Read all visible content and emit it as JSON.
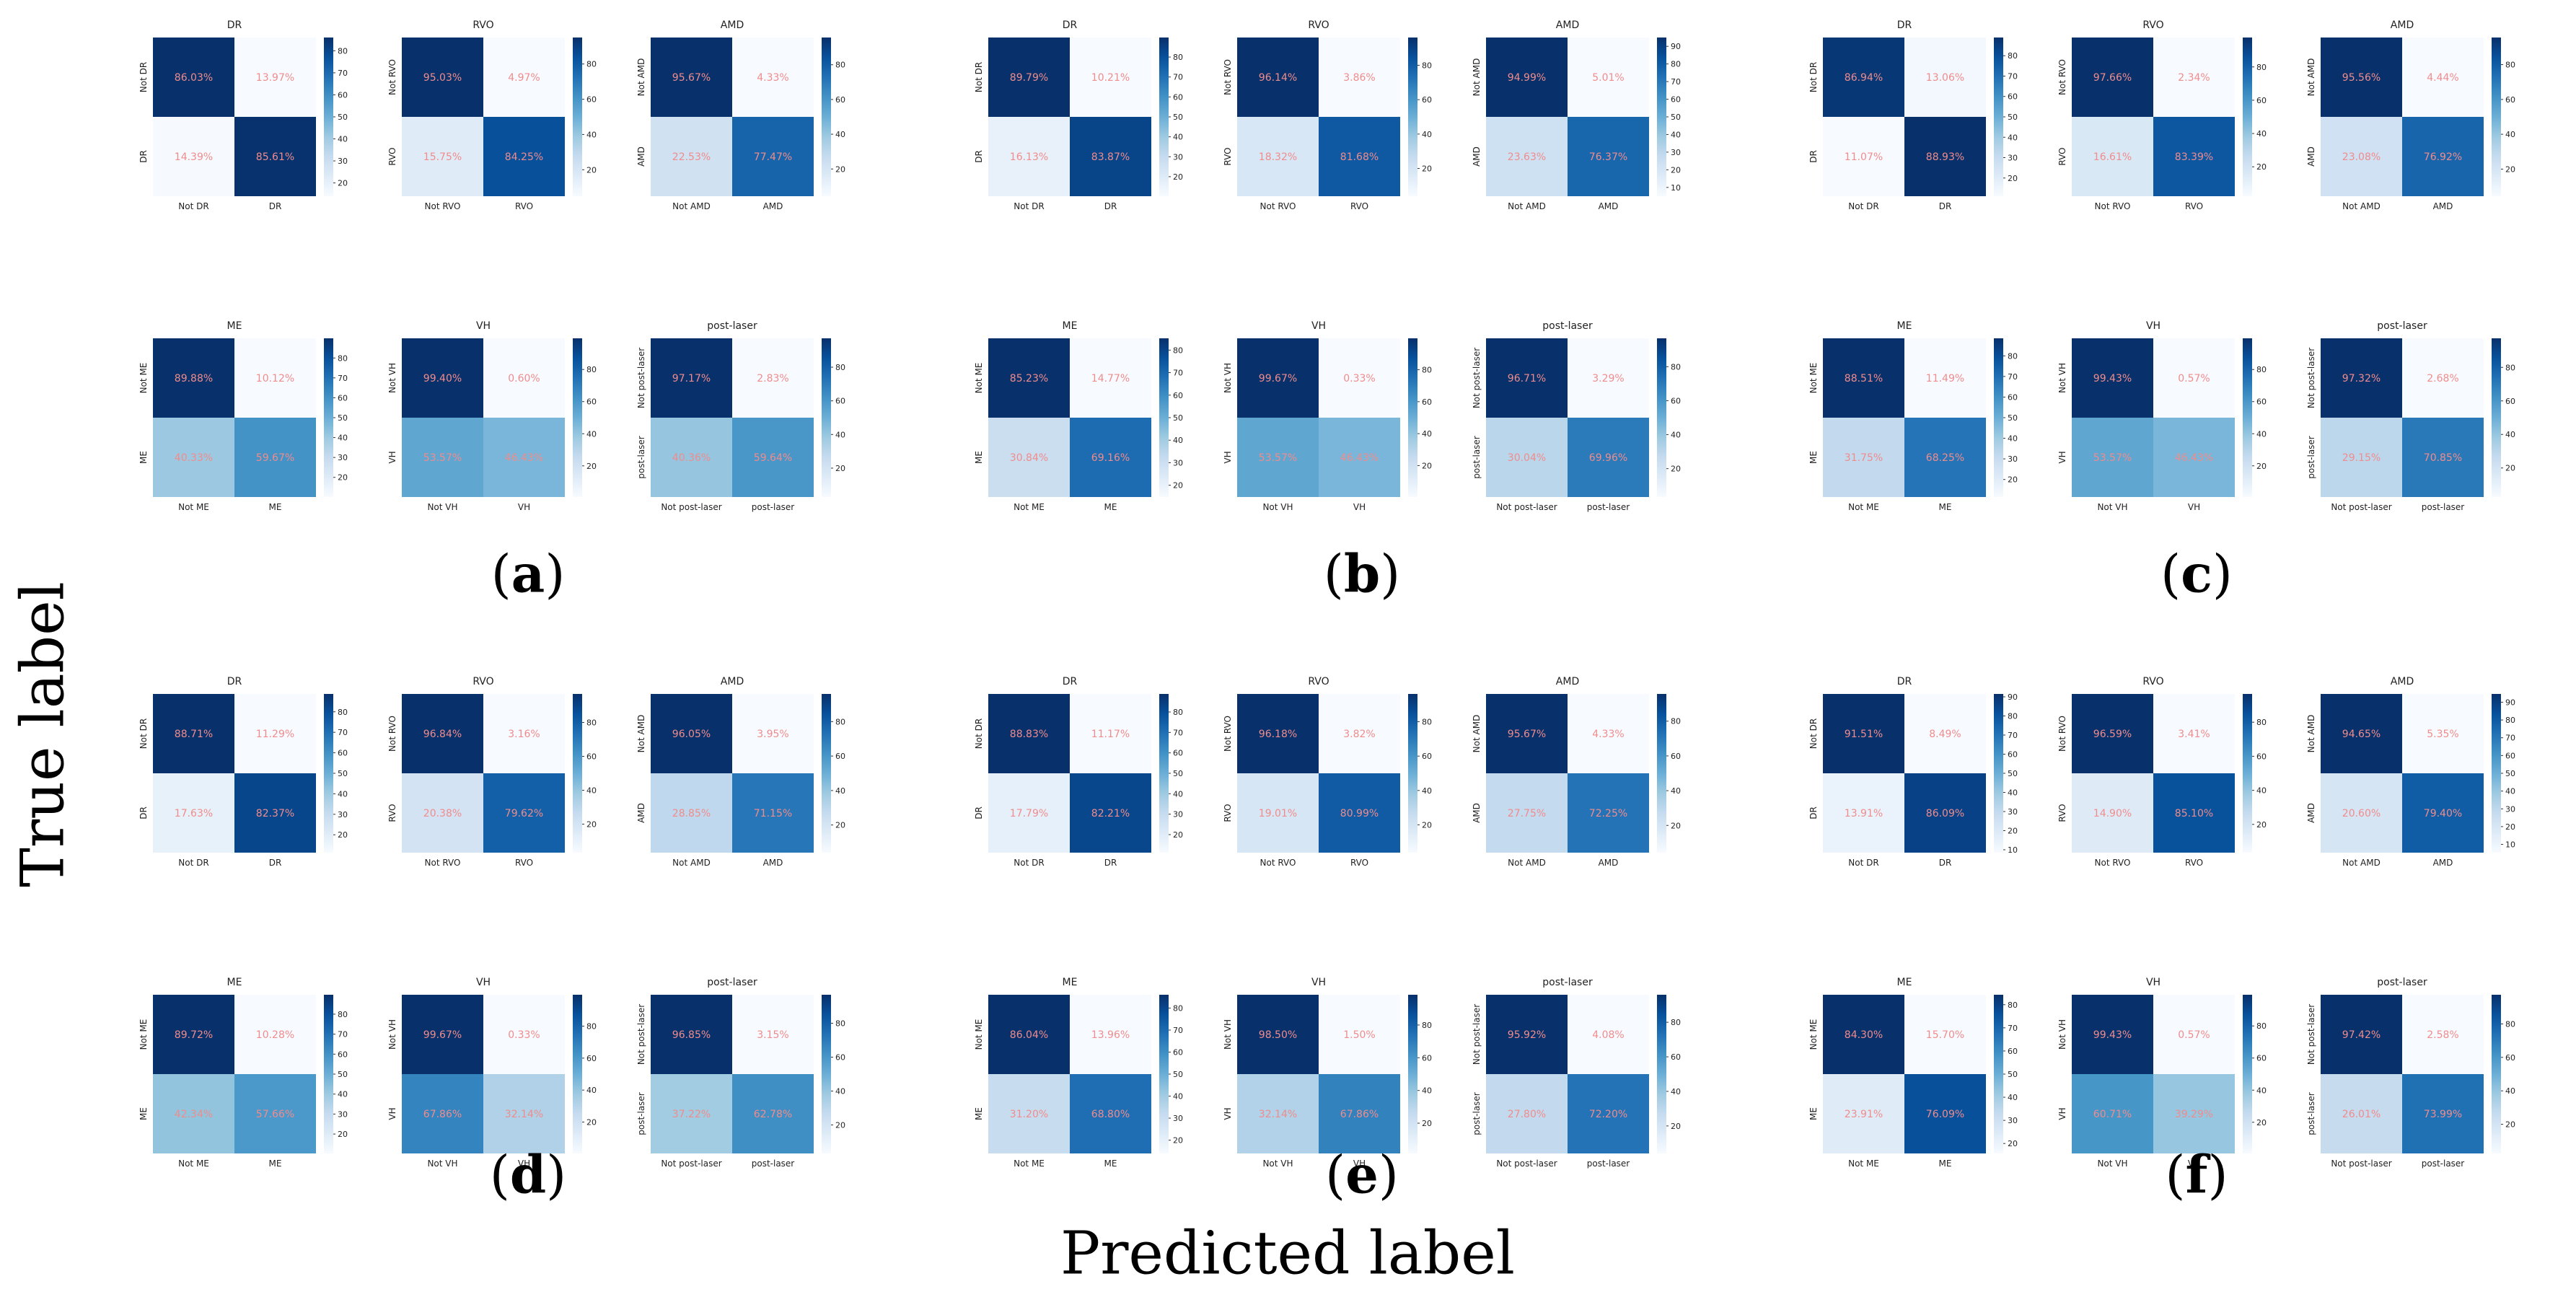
{
  "labels": {
    "y": "True label",
    "x": "Predicted label"
  },
  "colors": {
    "cell_text": "#f08c8c",
    "colormap": "Blues",
    "stops": [
      "#f7fbff",
      "#deebf7",
      "#c6dbef",
      "#9ecae1",
      "#6baed6",
      "#4292c6",
      "#2171b5",
      "#08519c",
      "#08306b"
    ]
  },
  "chart_data": [
    {
      "type": "heatmap",
      "panel": "a",
      "subplots": [
        {
          "title": "DR",
          "classes": [
            "Not DR",
            "DR"
          ],
          "values": [
            [
              86.03,
              13.97
            ],
            [
              14.39,
              85.61
            ]
          ],
          "cbar_ticks": [
            20,
            30,
            40,
            50,
            60,
            70,
            80
          ]
        },
        {
          "title": "RVO",
          "classes": [
            "Not RVO",
            "RVO"
          ],
          "values": [
            [
              95.03,
              4.97
            ],
            [
              15.75,
              84.25
            ]
          ],
          "cbar_ticks": [
            20,
            40,
            60,
            80
          ]
        },
        {
          "title": "AMD",
          "classes": [
            "Not AMD",
            "AMD"
          ],
          "values": [
            [
              95.67,
              4.33
            ],
            [
              22.53,
              77.47
            ]
          ],
          "cbar_ticks": [
            20,
            40,
            60,
            80
          ]
        },
        {
          "title": "ME",
          "classes": [
            "Not ME",
            "ME"
          ],
          "values": [
            [
              89.88,
              10.12
            ],
            [
              40.33,
              59.67
            ]
          ],
          "cbar_ticks": [
            20,
            30,
            40,
            50,
            60,
            70,
            80
          ]
        },
        {
          "title": "VH",
          "classes": [
            "Not VH",
            "VH"
          ],
          "values": [
            [
              99.4,
              0.6
            ],
            [
              53.57,
              46.43
            ]
          ],
          "cbar_ticks": [
            20,
            40,
            60,
            80
          ]
        },
        {
          "title": "post-laser",
          "classes": [
            "Not post-laser",
            "post-laser"
          ],
          "values": [
            [
              97.17,
              2.83
            ],
            [
              40.36,
              59.64
            ]
          ],
          "cbar_ticks": [
            20,
            40,
            60,
            80
          ]
        }
      ]
    },
    {
      "type": "heatmap",
      "panel": "b",
      "subplots": [
        {
          "title": "DR",
          "classes": [
            "Not DR",
            "DR"
          ],
          "values": [
            [
              89.79,
              10.21
            ],
            [
              16.13,
              83.87
            ]
          ],
          "cbar_ticks": [
            20,
            30,
            40,
            50,
            60,
            70,
            80
          ]
        },
        {
          "title": "RVO",
          "classes": [
            "Not RVO",
            "RVO"
          ],
          "values": [
            [
              96.14,
              3.86
            ],
            [
              18.32,
              81.68
            ]
          ],
          "cbar_ticks": [
            20,
            40,
            60,
            80
          ]
        },
        {
          "title": "AMD",
          "classes": [
            "Not AMD",
            "AMD"
          ],
          "values": [
            [
              94.99,
              5.01
            ],
            [
              23.63,
              76.37
            ]
          ],
          "cbar_ticks": [
            10,
            20,
            30,
            40,
            50,
            60,
            70,
            80,
            90
          ]
        },
        {
          "title": "ME",
          "classes": [
            "Not ME",
            "ME"
          ],
          "values": [
            [
              85.23,
              14.77
            ],
            [
              30.84,
              69.16
            ]
          ],
          "cbar_ticks": [
            20,
            30,
            40,
            50,
            60,
            70,
            80
          ]
        },
        {
          "title": "VH",
          "classes": [
            "Not VH",
            "VH"
          ],
          "values": [
            [
              99.67,
              0.33
            ],
            [
              53.57,
              46.43
            ]
          ],
          "cbar_ticks": [
            20,
            40,
            60,
            80
          ]
        },
        {
          "title": "post-laser",
          "classes": [
            "Not post-laser",
            "post-laser"
          ],
          "values": [
            [
              96.71,
              3.29
            ],
            [
              30.04,
              69.96
            ]
          ],
          "cbar_ticks": [
            20,
            40,
            60,
            80
          ]
        }
      ]
    },
    {
      "type": "heatmap",
      "panel": "c",
      "subplots": [
        {
          "title": "DR",
          "classes": [
            "Not DR",
            "DR"
          ],
          "values": [
            [
              86.94,
              13.06
            ],
            [
              11.07,
              88.93
            ]
          ],
          "cbar_ticks": [
            20,
            30,
            40,
            50,
            60,
            70,
            80
          ]
        },
        {
          "title": "RVO",
          "classes": [
            "Not RVO",
            "RVO"
          ],
          "values": [
            [
              97.66,
              2.34
            ],
            [
              16.61,
              83.39
            ]
          ],
          "cbar_ticks": [
            20,
            40,
            60,
            80
          ]
        },
        {
          "title": "AMD",
          "classes": [
            "Not AMD",
            "AMD"
          ],
          "values": [
            [
              95.56,
              4.44
            ],
            [
              23.08,
              76.92
            ]
          ],
          "cbar_ticks": [
            20,
            40,
            60,
            80
          ]
        },
        {
          "title": "ME",
          "classes": [
            "Not ME",
            "ME"
          ],
          "values": [
            [
              88.51,
              11.49
            ],
            [
              31.75,
              68.25
            ]
          ],
          "cbar_ticks": [
            20,
            30,
            40,
            50,
            60,
            70,
            80
          ]
        },
        {
          "title": "VH",
          "classes": [
            "Not VH",
            "VH"
          ],
          "values": [
            [
              99.43,
              0.57
            ],
            [
              53.57,
              46.43
            ]
          ],
          "cbar_ticks": [
            20,
            40,
            60,
            80
          ]
        },
        {
          "title": "post-laser",
          "classes": [
            "Not post-laser",
            "post-laser"
          ],
          "values": [
            [
              97.32,
              2.68
            ],
            [
              29.15,
              70.85
            ]
          ],
          "cbar_ticks": [
            20,
            40,
            60,
            80
          ]
        }
      ]
    },
    {
      "type": "heatmap",
      "panel": "d",
      "subplots": [
        {
          "title": "DR",
          "classes": [
            "Not DR",
            "DR"
          ],
          "values": [
            [
              88.71,
              11.29
            ],
            [
              17.63,
              82.37
            ]
          ],
          "cbar_ticks": [
            20,
            30,
            40,
            50,
            60,
            70,
            80
          ]
        },
        {
          "title": "RVO",
          "classes": [
            "Not RVO",
            "RVO"
          ],
          "values": [
            [
              96.84,
              3.16
            ],
            [
              20.38,
              79.62
            ]
          ],
          "cbar_ticks": [
            20,
            40,
            60,
            80
          ]
        },
        {
          "title": "AMD",
          "classes": [
            "Not AMD",
            "AMD"
          ],
          "values": [
            [
              96.05,
              3.95
            ],
            [
              28.85,
              71.15
            ]
          ],
          "cbar_ticks": [
            20,
            40,
            60,
            80
          ]
        },
        {
          "title": "ME",
          "classes": [
            "Not ME",
            "ME"
          ],
          "values": [
            [
              89.72,
              10.28
            ],
            [
              42.34,
              57.66
            ]
          ],
          "cbar_ticks": [
            20,
            30,
            40,
            50,
            60,
            70,
            80
          ]
        },
        {
          "title": "VH",
          "classes": [
            "Not VH",
            "VH"
          ],
          "values": [
            [
              99.67,
              0.33
            ],
            [
              67.86,
              32.14
            ]
          ],
          "cbar_ticks": [
            20,
            40,
            60,
            80
          ]
        },
        {
          "title": "post-laser",
          "classes": [
            "Not post-laser",
            "post-laser"
          ],
          "values": [
            [
              96.85,
              3.15
            ],
            [
              37.22,
              62.78
            ]
          ],
          "cbar_ticks": [
            20,
            40,
            60,
            80
          ]
        }
      ]
    },
    {
      "type": "heatmap",
      "panel": "e",
      "subplots": [
        {
          "title": "DR",
          "classes": [
            "Not DR",
            "DR"
          ],
          "values": [
            [
              88.83,
              11.17
            ],
            [
              17.79,
              82.21
            ]
          ],
          "cbar_ticks": [
            20,
            30,
            40,
            50,
            60,
            70,
            80
          ]
        },
        {
          "title": "RVO",
          "classes": [
            "Not RVO",
            "RVO"
          ],
          "values": [
            [
              96.18,
              3.82
            ],
            [
              19.01,
              80.99
            ]
          ],
          "cbar_ticks": [
            20,
            40,
            60,
            80
          ]
        },
        {
          "title": "AMD",
          "classes": [
            "Not AMD",
            "AMD"
          ],
          "values": [
            [
              95.67,
              4.33
            ],
            [
              27.75,
              72.25
            ]
          ],
          "cbar_ticks": [
            20,
            40,
            60,
            80
          ]
        },
        {
          "title": "ME",
          "classes": [
            "Not ME",
            "ME"
          ],
          "values": [
            [
              86.04,
              13.96
            ],
            [
              31.2,
              68.8
            ]
          ],
          "cbar_ticks": [
            20,
            30,
            40,
            50,
            60,
            70,
            80
          ]
        },
        {
          "title": "VH",
          "classes": [
            "Not VH",
            "VH"
          ],
          "values": [
            [
              98.5,
              1.5
            ],
            [
              32.14,
              67.86
            ]
          ],
          "cbar_ticks": [
            20,
            40,
            60,
            80
          ]
        },
        {
          "title": "post-laser",
          "classes": [
            "Not post-laser",
            "post-laser"
          ],
          "values": [
            [
              95.92,
              4.08
            ],
            [
              27.8,
              72.2
            ]
          ],
          "cbar_ticks": [
            20,
            40,
            60,
            80
          ]
        }
      ]
    },
    {
      "type": "heatmap",
      "panel": "f",
      "subplots": [
        {
          "title": "DR",
          "classes": [
            "Not DR",
            "DR"
          ],
          "values": [
            [
              91.51,
              8.49
            ],
            [
              13.91,
              86.09
            ]
          ],
          "cbar_ticks": [
            10,
            20,
            30,
            40,
            50,
            60,
            70,
            80,
            90
          ]
        },
        {
          "title": "RVO",
          "classes": [
            "Not RVO",
            "RVO"
          ],
          "values": [
            [
              96.59,
              3.41
            ],
            [
              14.9,
              85.1
            ]
          ],
          "cbar_ticks": [
            20,
            40,
            60,
            80
          ]
        },
        {
          "title": "AMD",
          "classes": [
            "Not AMD",
            "AMD"
          ],
          "values": [
            [
              94.65,
              5.35
            ],
            [
              20.6,
              79.4
            ]
          ],
          "cbar_ticks": [
            10,
            20,
            30,
            40,
            50,
            60,
            70,
            80,
            90
          ]
        },
        {
          "title": "ME",
          "classes": [
            "Not ME",
            "ME"
          ],
          "values": [
            [
              84.3,
              15.7
            ],
            [
              23.91,
              76.09
            ]
          ],
          "cbar_ticks": [
            20,
            30,
            40,
            50,
            60,
            70,
            80
          ]
        },
        {
          "title": "VH",
          "classes": [
            "Not VH",
            "VH"
          ],
          "values": [
            [
              99.43,
              0.57
            ],
            [
              60.71,
              39.29
            ]
          ],
          "cbar_ticks": [
            20,
            40,
            60,
            80
          ]
        },
        {
          "title": "post-laser",
          "classes": [
            "Not post-laser",
            "post-laser"
          ],
          "values": [
            [
              97.42,
              2.58
            ],
            [
              26.01,
              73.99
            ]
          ],
          "cbar_ticks": [
            20,
            40,
            60,
            80
          ]
        }
      ]
    }
  ]
}
